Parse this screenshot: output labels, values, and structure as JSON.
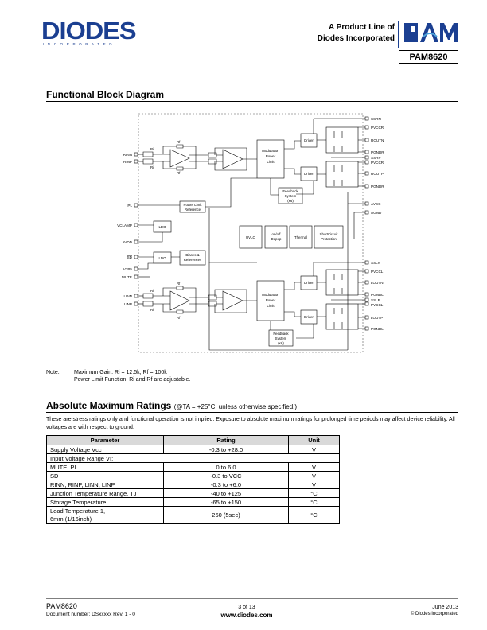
{
  "header": {
    "logo_text": "DIODES",
    "logo_subtext": "INCORPORATED",
    "product_line": [
      "A Product Line of",
      "Diodes Incorporated"
    ],
    "pam_logo_text": "PAM",
    "part_number": "PAM8620"
  },
  "section1": {
    "title": "Functional Block Diagram"
  },
  "diagram": {
    "pins_right_top": [
      "SSRN",
      "PVCCR",
      "ROUTN",
      "PGNDR",
      "SSRP",
      "PVCCR",
      "ROUTP",
      "PGNDR"
    ],
    "pins_right_mid": [
      "AVCC",
      "AGND"
    ],
    "pins_right_bottom": [
      "SSLN",
      "PVCCL",
      "LOUTN",
      "PGNDL",
      "SSLP",
      "PVCCL",
      "LOUTP",
      "PGNDL"
    ],
    "pins_left": [
      "RINN",
      "RINP",
      "PL",
      "VCLAMP",
      "AVDD",
      "SD",
      "V2P5",
      "MUTE",
      "LINN",
      "LINP"
    ],
    "resistor_ri": "Ri",
    "resistor_rf": "Rf",
    "modulation_label": [
      "Modulation",
      "Power",
      "Limit"
    ],
    "driver_label": "Driver",
    "feedback_label": [
      "Feedback",
      "System",
      "(x6)"
    ],
    "power_limit_ref": [
      "Power Limit",
      "Reference"
    ],
    "ldo_label": "LDO",
    "biases_label": [
      "Biases &",
      "References"
    ],
    "uvlo_label": "UVLO",
    "onoff_label": [
      "on/off",
      "Depop"
    ],
    "thermal_label": "Thermal",
    "short_label": [
      "ShortCircuit",
      "Protection"
    ]
  },
  "note": {
    "label": "Note:",
    "line1": "Maximum Gain: Ri = 12.5k, Rf = 100k",
    "line2": "Power Limit Function: Ri and Rf are adjustable."
  },
  "section2": {
    "title": "Absolute Maximum Ratings",
    "subtitle": "(@TA = +25°C, unless otherwise specified.)",
    "intro": "These are stress ratings only and functional operation is not implied. Exposure to absolute maximum ratings for prolonged time periods may affect device reliability. All voltages are with respect to ground."
  },
  "table": {
    "headers": [
      "Parameter",
      "Rating",
      "Unit"
    ],
    "rows": [
      [
        "Supply Voltage Vcc",
        "-0.3 to +28.0",
        "V"
      ],
      [
        "Input Voltage Range VI:",
        "",
        ""
      ],
      [
        "MUTE, PL",
        "0 to 6.0",
        "V"
      ],
      [
        "SD",
        "-0.3 to VCC",
        "V"
      ],
      [
        "RINN, RINP, LINN, LINP",
        "-0.3 to +6.0",
        "V"
      ],
      [
        "Junction Temperature Range, TJ",
        "-40 to +125",
        "°C"
      ],
      [
        "Storage Temperature",
        "-65 to +150",
        "°C"
      ],
      [
        "Lead Temperature 1,",
        "260 (5sec)",
        "°C"
      ],
      [
        "6mm (1/16inch)",
        "",
        ""
      ]
    ]
  },
  "footer": {
    "part": "PAM8620",
    "doc_number": "Document number: DSxxxxx Rev. 1 - 0",
    "page": "3 of 13",
    "url": "www.diodes.com",
    "date": "June 2013",
    "copyright": "© Diodes Incorporated"
  }
}
